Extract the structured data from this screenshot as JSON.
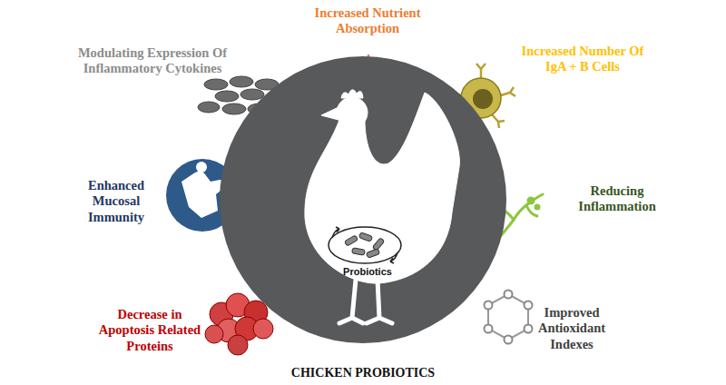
{
  "diagram": {
    "title": "CHICKEN PROBIOTICS",
    "nodes": [
      {
        "text": [
          "Probiotics"
        ]
      }
    ],
    "labels": [
      "Increased Nutrient Absorption",
      "Modulating Expression Of Inflammatory Cytokines",
      "Increased Number Of IgA + B Cells",
      "Enhanced Mucosal Immunity",
      "Reducing Inflammation",
      "Decrease in Apoptosis Related Proteins",
      "Improved Antioxidant Indexes"
    ]
  }
}
